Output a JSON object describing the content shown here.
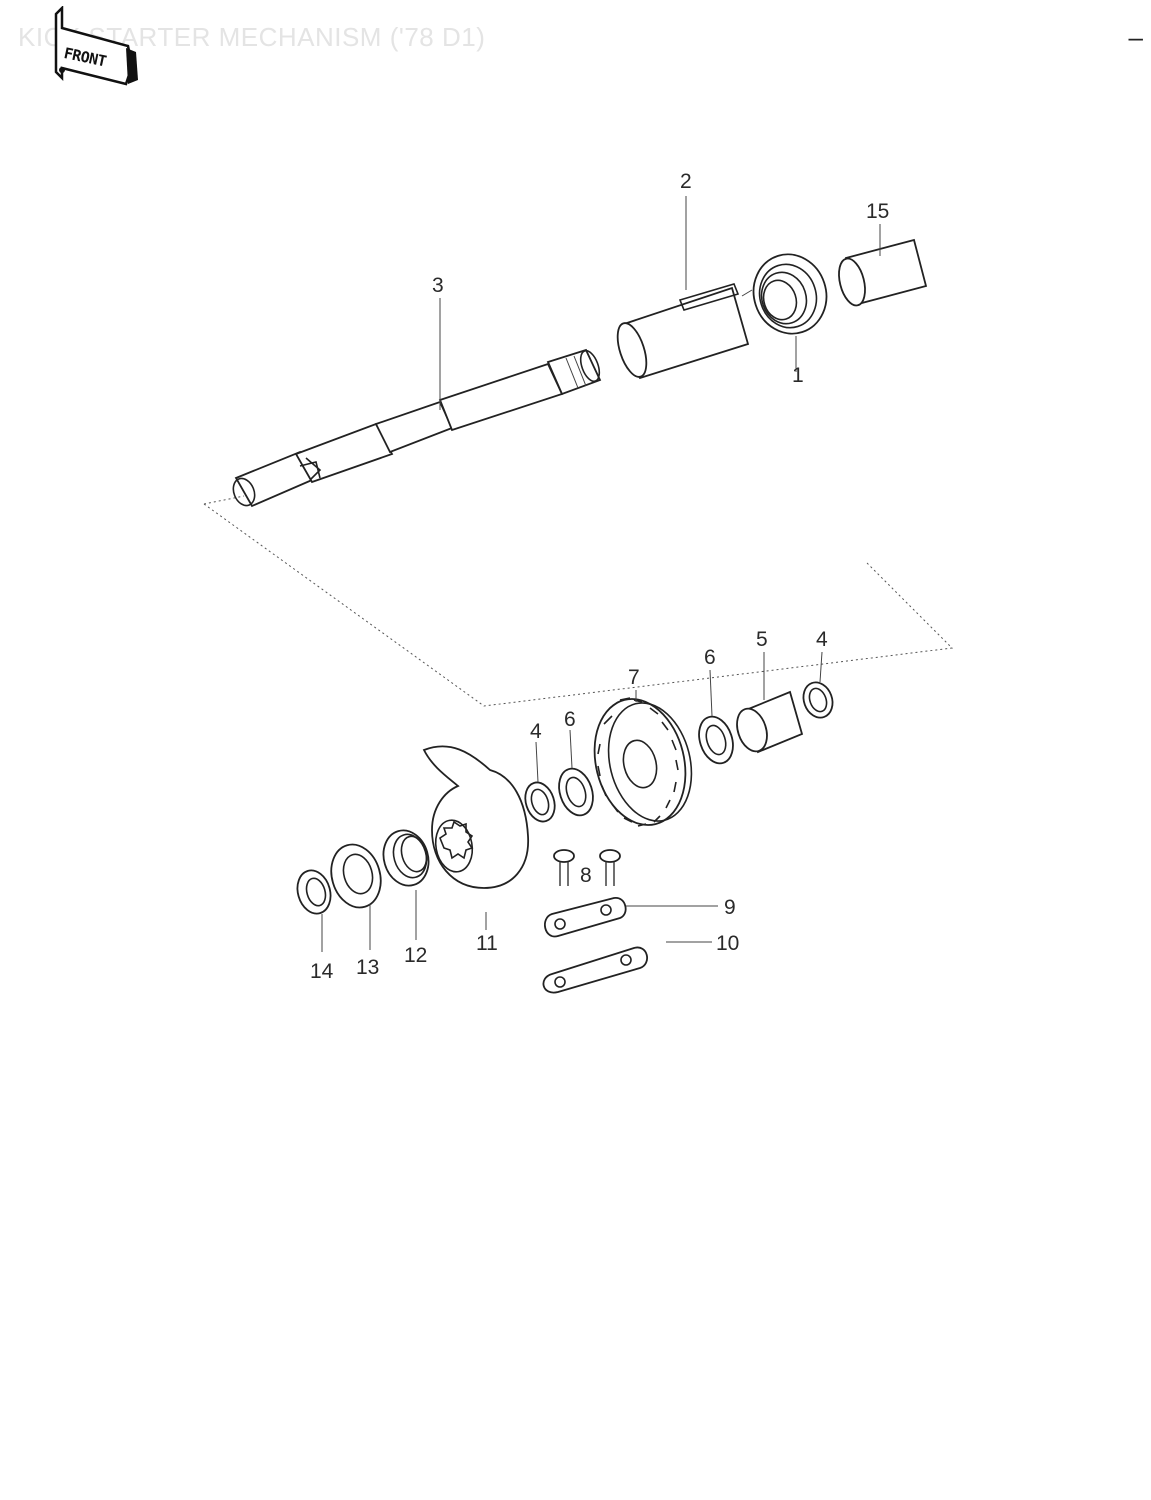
{
  "header": {
    "title": "KICK STARTER MECHANISM ('78 D1)",
    "badge_label": "FRONT",
    "page_mark": "–"
  },
  "callouts": {
    "c1": "1",
    "c2": "2",
    "c3": "3",
    "c4a": "4",
    "c4b": "4",
    "c5": "5",
    "c6a": "6",
    "c6b": "6",
    "c7": "7",
    "c8": "8",
    "c9": "9",
    "c10": "10",
    "c11": "11",
    "c12": "12",
    "c13": "13",
    "c14": "14",
    "c15": "15"
  },
  "icons": {
    "front_badge": "front-arrow-icon"
  }
}
